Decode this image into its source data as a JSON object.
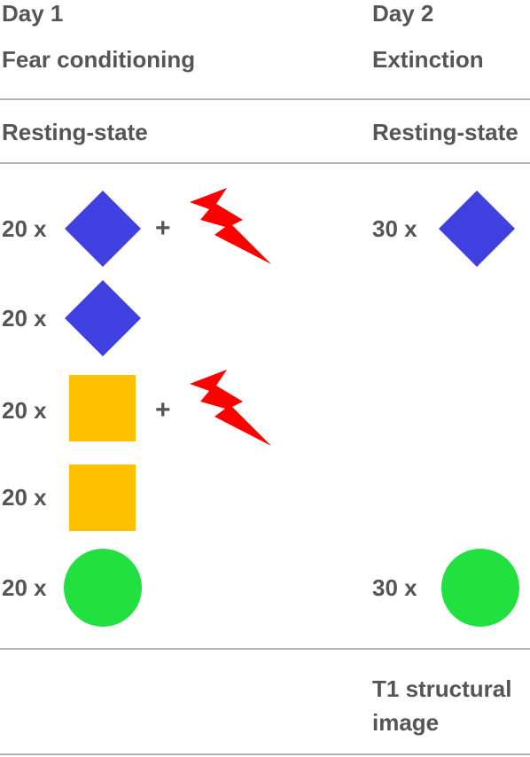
{
  "day1": {
    "label": "Day 1",
    "phase": "Fear conditioning",
    "baseline": "Resting-state",
    "rows": [
      {
        "count": "20 x",
        "stimulus": "diamond",
        "shock": true
      },
      {
        "count": "20 x",
        "stimulus": "diamond",
        "shock": false
      },
      {
        "count": "20 x",
        "stimulus": "square",
        "shock": true
      },
      {
        "count": "20 x",
        "stimulus": "square",
        "shock": false
      },
      {
        "count": "20 x",
        "stimulus": "circle",
        "shock": false
      }
    ]
  },
  "day2": {
    "label": "Day 2",
    "phase": "Extinction",
    "baseline": "Resting-state",
    "rows": [
      {
        "count": "30 x",
        "stimulus": "diamond"
      },
      {
        "count": "30 x",
        "stimulus": "circle"
      }
    ],
    "structural": "T1 structural image"
  },
  "plus_symbol": "+",
  "colors": {
    "diamond": "#4040e0",
    "square": "#ffc000",
    "circle": "#22e040",
    "shock": "#ff0000",
    "text": "#555555",
    "rule": "#b3b3b3"
  },
  "icons": {
    "shock": "lightning-bolt-icon"
  }
}
